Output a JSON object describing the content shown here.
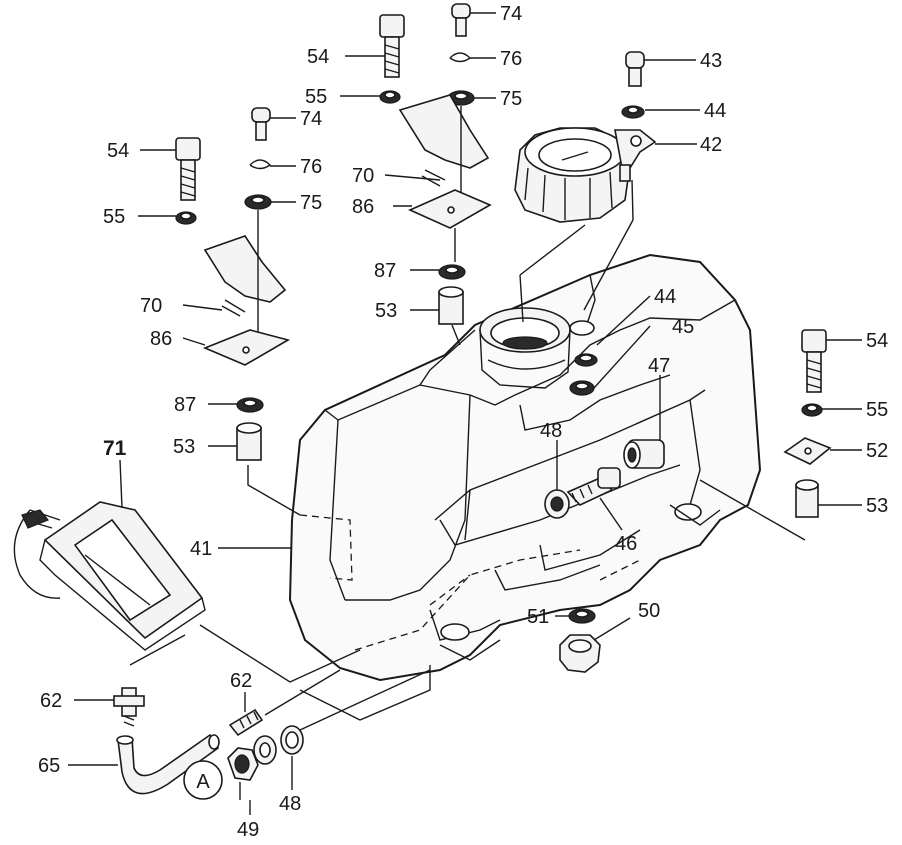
{
  "labels": {
    "p74a": "74",
    "p54a": "54",
    "p76a": "76",
    "p55a": "55",
    "p75a": "75",
    "p43": "43",
    "p44a": "44",
    "p42": "42",
    "p74b": "74",
    "p54b": "54",
    "p76b": "76",
    "p70a": "70",
    "p86a": "86",
    "p55b": "55",
    "p75b": "75",
    "p87a": "87",
    "p53a": "53",
    "p44b": "44",
    "p45": "45",
    "p70b": "70",
    "p86b": "86",
    "p54c": "54",
    "p47": "47",
    "p87b": "87",
    "p55c": "55",
    "p48a": "48",
    "p53b": "53",
    "p52": "52",
    "p71": "71",
    "p53c": "53",
    "p46": "46",
    "p41": "41",
    "p51": "51",
    "p50": "50",
    "p62a": "62",
    "p62b": "62",
    "p65": "65",
    "p48b": "48",
    "p49": "49"
  },
  "detail_marker": "A"
}
